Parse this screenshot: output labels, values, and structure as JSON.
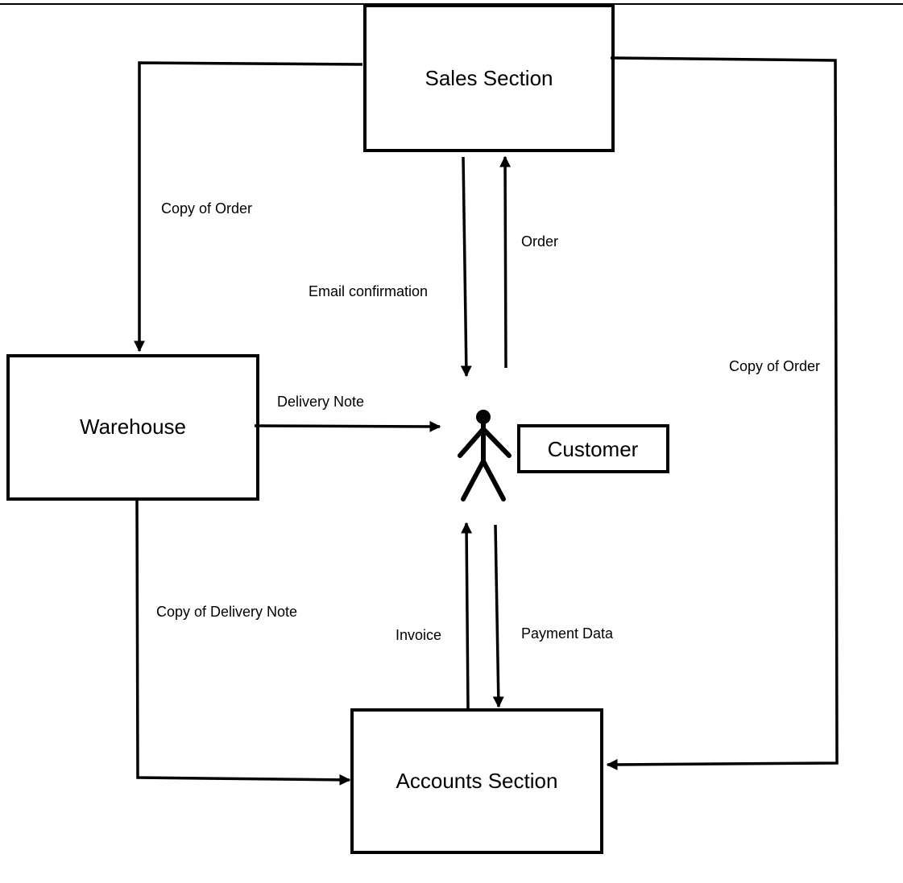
{
  "nodes": {
    "sales": "Sales Section",
    "warehouse": "Warehouse",
    "accounts": "Accounts Section",
    "customer": "Customer"
  },
  "flows": {
    "copy_of_order_left": "Copy of Order",
    "email_confirmation": "Email confirmation",
    "order": "Order",
    "copy_of_order_right": "Copy of Order",
    "delivery_note": "Delivery Note",
    "copy_of_delivery_note": "Copy of Delivery Note",
    "invoice": "Invoice",
    "payment_data": "Payment Data"
  },
  "colors": {
    "stroke": "#000000",
    "background": "#ffffff"
  },
  "icons": {
    "customer_actor": "stick-figure-icon"
  }
}
